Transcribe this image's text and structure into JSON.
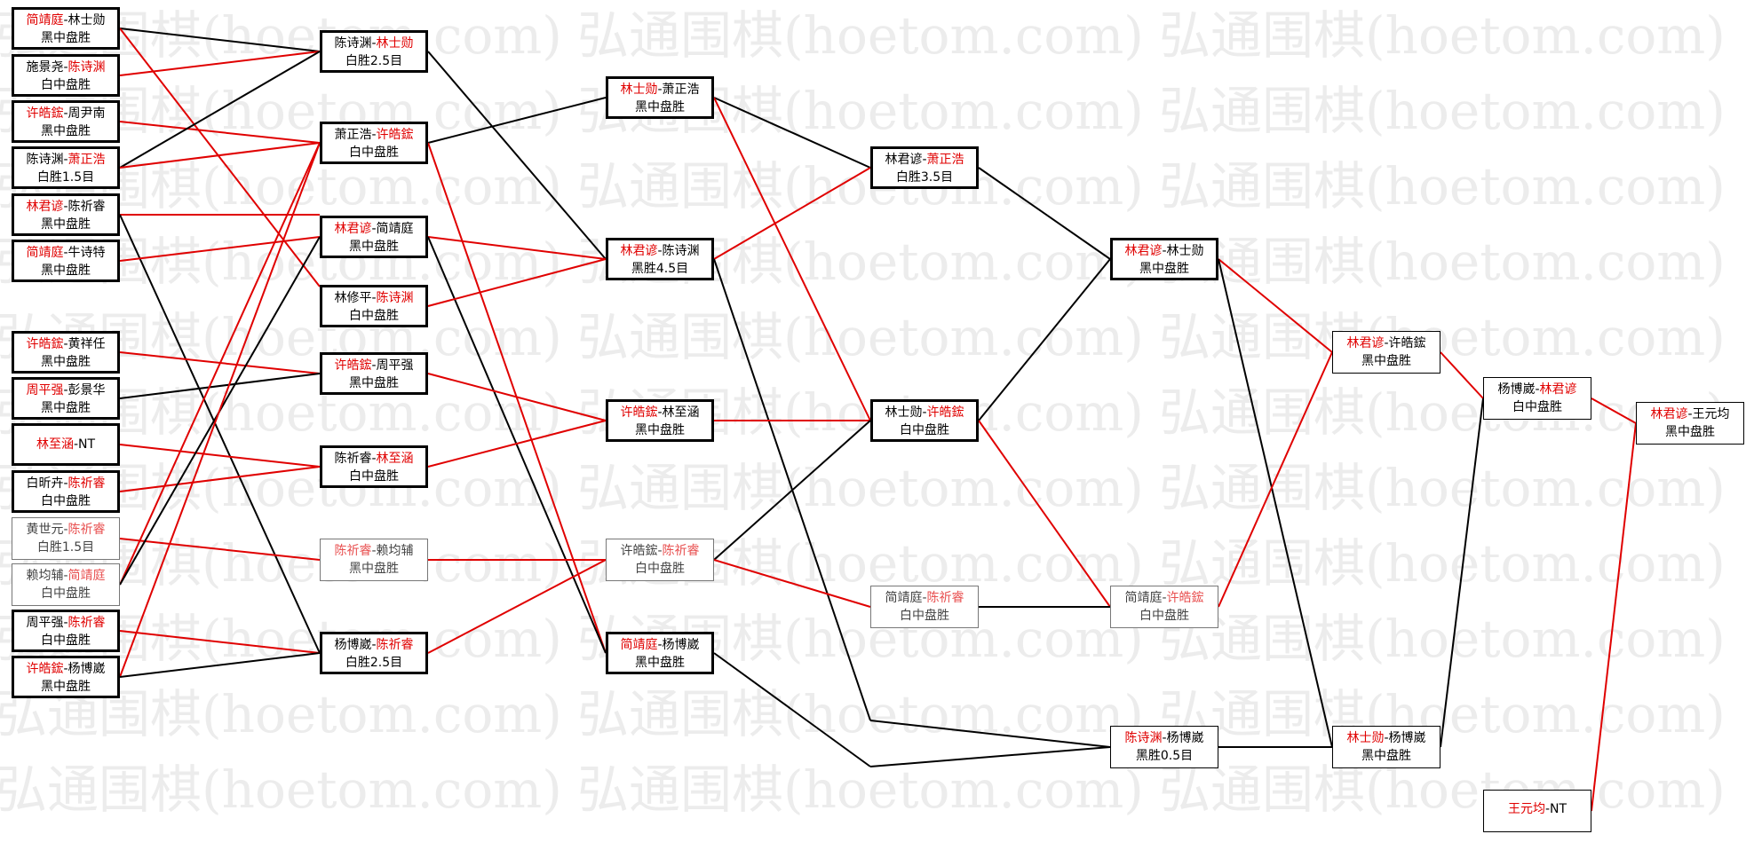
{
  "watermark": "弘通围棋(hoetom.com)",
  "colors": {
    "win": "#e00000",
    "line_black": "#000000",
    "line_red": "#e00000"
  },
  "matches": [
    {
      "id": "r1m1",
      "p1": "简靖庭",
      "p2": "林士勋",
      "w": 1,
      "res": "黑中盘胜"
    },
    {
      "id": "r1m2",
      "p1": "施景尧",
      "p2": "陈诗渊",
      "w": 2,
      "res": "白中盘胜"
    },
    {
      "id": "r1m3",
      "p1": "许皓鋐",
      "p2": "周尹南",
      "w": 1,
      "res": "黑中盘胜"
    },
    {
      "id": "r1m4",
      "p1": "陈诗渊",
      "p2": "萧正浩",
      "w": 2,
      "res": "白胜1.5目"
    },
    {
      "id": "r1m5",
      "p1": "林君谚",
      "p2": "陈祈睿",
      "w": 1,
      "res": "黑中盘胜"
    },
    {
      "id": "r1m6",
      "p1": "简靖庭",
      "p2": "牛诗特",
      "w": 1,
      "res": "黑中盘胜"
    },
    {
      "id": "r1m7",
      "p1": "许皓鋐",
      "p2": "黄祥任",
      "w": 1,
      "res": "黑中盘胜"
    },
    {
      "id": "r1m8",
      "p1": "周平强",
      "p2": "彭景华",
      "w": 1,
      "res": "黑中盘胜"
    },
    {
      "id": "r1m9",
      "p1": "林至涵",
      "p2": "NT",
      "w": 1,
      "res": ""
    },
    {
      "id": "r1m10",
      "p1": "白昕卉",
      "p2": "陈祈睿",
      "w": 2,
      "res": "白中盘胜"
    },
    {
      "id": "r1m11",
      "p1": "黄世元",
      "p2": "陈祈睿",
      "w": 2,
      "res": "白胜1.5目"
    },
    {
      "id": "r1m12",
      "p1": "赖均辅",
      "p2": "简靖庭",
      "w": 2,
      "res": "白中盘胜"
    },
    {
      "id": "r1m13",
      "p1": "周平强",
      "p2": "陈祈睿",
      "w": 2,
      "res": "白中盘胜"
    },
    {
      "id": "r1m14",
      "p1": "许皓鋐",
      "p2": "杨博崴",
      "w": 1,
      "res": "黑中盘胜"
    },
    {
      "id": "r2m1",
      "p1": "陈诗渊",
      "p2": "林士勋",
      "w": 2,
      "res": "白胜2.5目"
    },
    {
      "id": "r2m2",
      "p1": "萧正浩",
      "p2": "许皓鋐",
      "w": 2,
      "res": "白中盘胜"
    },
    {
      "id": "r2m3",
      "p1": "林君谚",
      "p2": "简靖庭",
      "w": 1,
      "res": "黑中盘胜"
    },
    {
      "id": "r2m4",
      "p1": "林修平",
      "p2": "陈诗渊",
      "w": 2,
      "res": "白中盘胜"
    },
    {
      "id": "r2m5",
      "p1": "许皓鋐",
      "p2": "周平强",
      "w": 1,
      "res": "黑中盘胜"
    },
    {
      "id": "r2m6",
      "p1": "陈祈睿",
      "p2": "林至涵",
      "w": 2,
      "res": "白中盘胜"
    },
    {
      "id": "r2m7",
      "p1": "陈祈睿",
      "p2": "赖均辅",
      "w": 1,
      "res": "黑中盘胜"
    },
    {
      "id": "r2m8",
      "p1": "杨博崴",
      "p2": "陈祈睿",
      "w": 2,
      "res": "白胜2.5目"
    },
    {
      "id": "r3m1",
      "p1": "林士勋",
      "p2": "萧正浩",
      "w": 1,
      "res": "黑中盘胜"
    },
    {
      "id": "r3m2",
      "p1": "林君谚",
      "p2": "陈诗渊",
      "w": 1,
      "res": "黑胜4.5目"
    },
    {
      "id": "r3m3",
      "p1": "许皓鋐",
      "p2": "林至涵",
      "w": 1,
      "res": "黑中盘胜"
    },
    {
      "id": "r3m4",
      "p1": "许皓鋐",
      "p2": "陈祈睿",
      "w": 2,
      "res": "白中盘胜"
    },
    {
      "id": "r3m5",
      "p1": "简靖庭",
      "p2": "杨博崴",
      "w": 1,
      "res": "黑中盘胜"
    },
    {
      "id": "r4m1",
      "p1": "林君谚",
      "p2": "萧正浩",
      "w": 2,
      "res": "白胜3.5目"
    },
    {
      "id": "r4m2",
      "p1": "林士勋",
      "p2": "许皓鋐",
      "w": 2,
      "res": "白中盘胜"
    },
    {
      "id": "r4m3",
      "p1": "简靖庭",
      "p2": "陈祈睿",
      "w": 2,
      "res": "白中盘胜"
    },
    {
      "id": "r5m1",
      "p1": "林君谚",
      "p2": "林士勋",
      "w": 1,
      "res": "黑中盘胜"
    },
    {
      "id": "r5m2",
      "p1": "简靖庭",
      "p2": "许皓鋐",
      "w": 2,
      "res": "白中盘胜"
    },
    {
      "id": "r5m3",
      "p1": "陈诗渊",
      "p2": "杨博崴",
      "w": 1,
      "res": "黑胜0.5目"
    },
    {
      "id": "r6m1",
      "p1": "林君谚",
      "p2": "许皓鋐",
      "w": 1,
      "res": "黑中盘胜"
    },
    {
      "id": "r6m2",
      "p1": "林士勋",
      "p2": "杨博崴",
      "w": 1,
      "res": "黑中盘胜"
    },
    {
      "id": "r7m1",
      "p1": "杨博崴",
      "p2": "林君谚",
      "w": 2,
      "res": "白中盘胜"
    },
    {
      "id": "r7m2",
      "p1": "王元均",
      "p2": "NT",
      "w": 1,
      "res": ""
    },
    {
      "id": "r8m1",
      "p1": "林君谚",
      "p2": "王元均",
      "w": 1,
      "res": "黑中盘胜"
    }
  ]
}
